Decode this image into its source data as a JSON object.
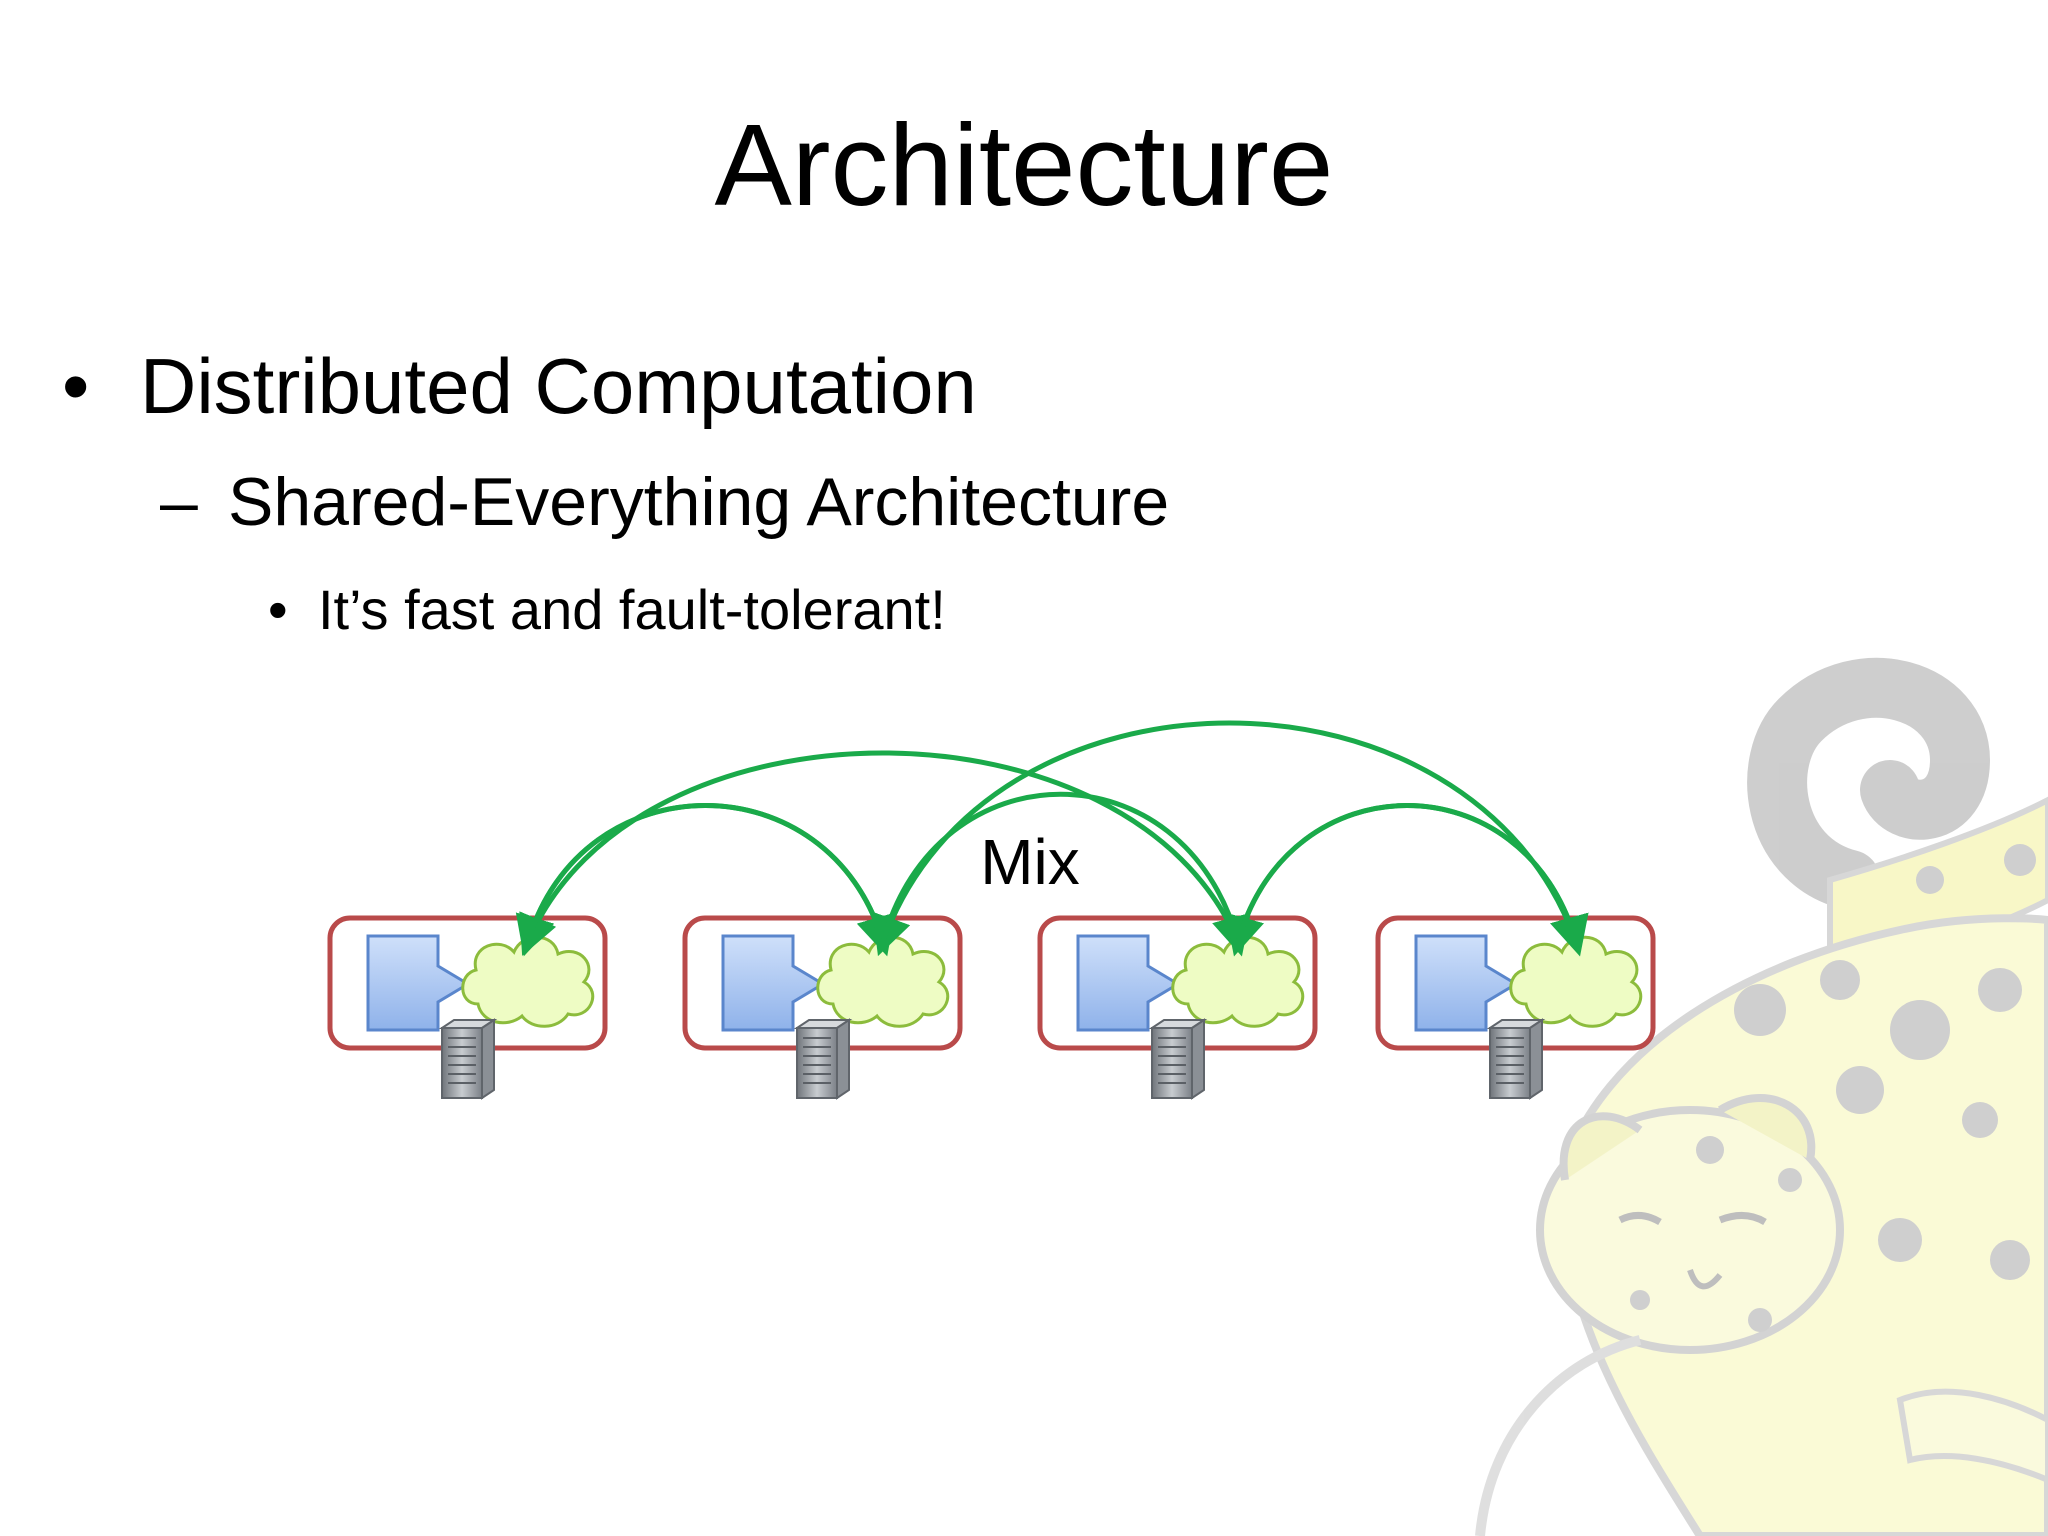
{
  "slide": {
    "title": "Architecture",
    "bullets": [
      {
        "level": 1,
        "marker": "•",
        "text": "Distributed Computation"
      },
      {
        "level": 2,
        "marker": "–",
        "text": "Shared-Everything Architecture"
      },
      {
        "level": 3,
        "marker": "•",
        "text": "It’s fast and fault-tolerant!"
      }
    ]
  },
  "diagram": {
    "mix_label": "Mix",
    "node_count": 4,
    "colors": {
      "node_border": "#b94a4a",
      "arrow": "#1aaa4a",
      "cloud_fill": "#eefcc4",
      "cloud_stroke": "#8cbc3c",
      "data_box_fill": "#a9c6f2",
      "data_box_stroke": "#5a86cc",
      "server": "#9aa0a6",
      "mascot_yellow": "#f4f29a",
      "mascot_grey": "#a6a6a6"
    },
    "icons": [
      "data-box-icon",
      "cloud-icon",
      "server-icon",
      "leopard-mascot-icon"
    ]
  }
}
